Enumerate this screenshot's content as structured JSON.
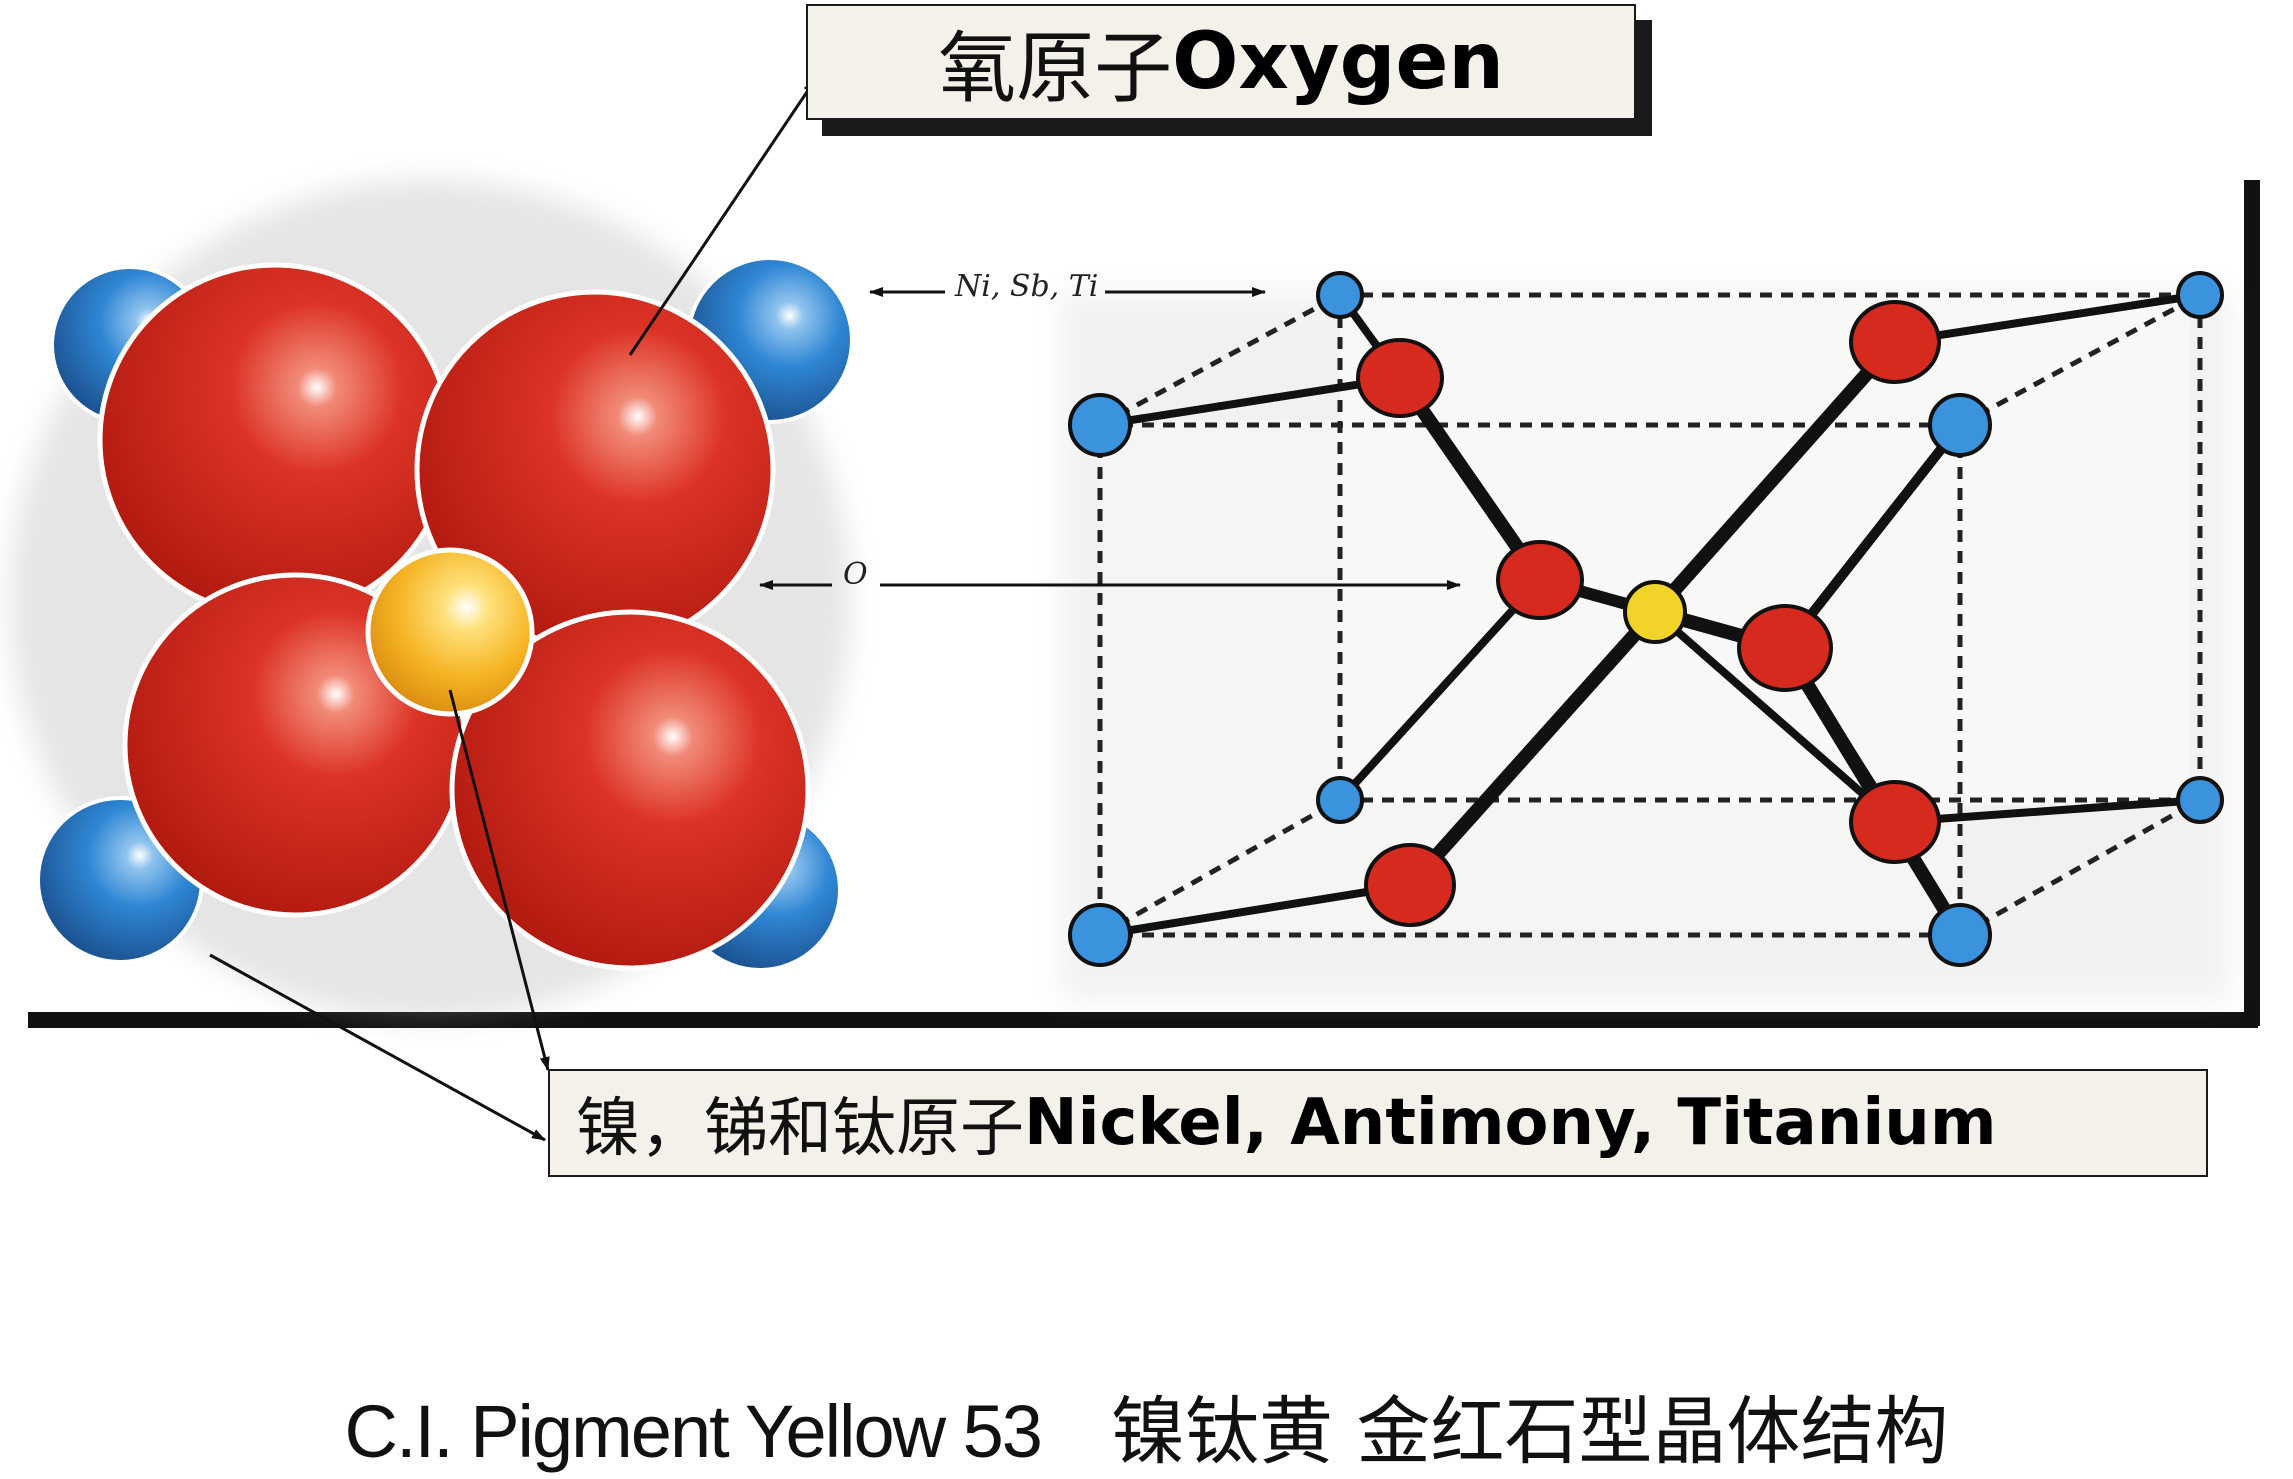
{
  "labels": {
    "oxygen_cn": "氧原子",
    "oxygen_en": "Oxygen",
    "metals_cn": "镍，锑和钛原子",
    "metals_en": "Nickel, Antimony, Titanium",
    "ni_sb_ti": "Ni, Sb, Ti",
    "o": "O"
  },
  "caption": {
    "en": "C.I. Pigment Yellow 53",
    "cn": "镍钛黄  金红石型晶体结构"
  },
  "colors": {
    "oxygen_red": "#d42a1e",
    "metal_blue": "#2a86d6",
    "center_yellow": "#f2c21a",
    "box_fill": "#f3f1ea"
  }
}
